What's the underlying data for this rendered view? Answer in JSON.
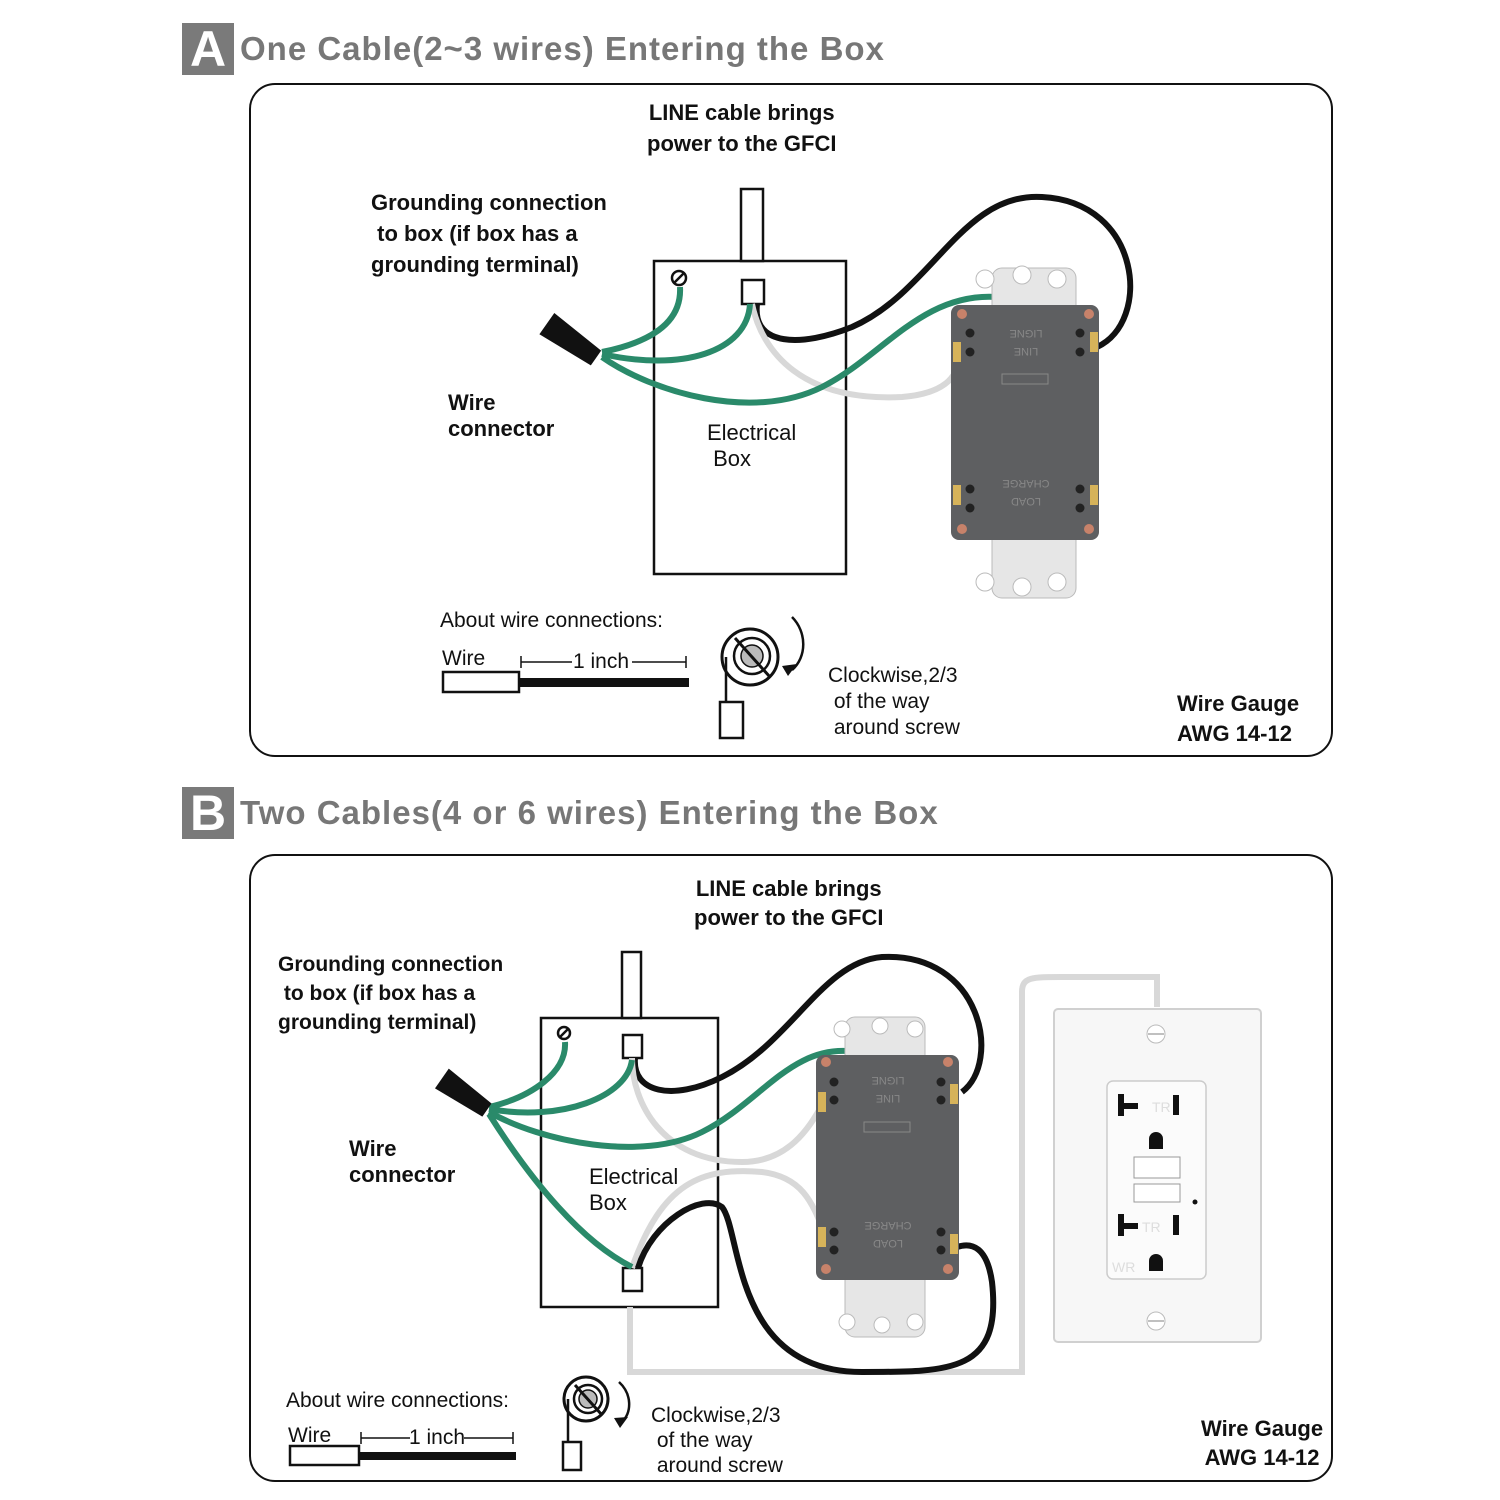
{
  "sections": [
    {
      "id": "A",
      "badge": "A",
      "title": "One Cable(2~3 wires) Entering the Box",
      "labels": {
        "line_cable": "LINE cable brings\npower to the GFCI",
        "grounding": "Grounding connection\n to box (if box has a\ngrounding terminal)",
        "wire_connector": "Wire\nconnector",
        "electrical_box": "Electrical\n Box",
        "about": "About wire connections:",
        "wire": "Wire",
        "length": "1 inch",
        "clockwise": "Clockwise,2/3\n of the way\n around screw",
        "gauge": "Wire Gauge\nAWG 14-12"
      },
      "gfci_markings": [
        "LIGNE",
        "LINE",
        "CHARGE",
        "LOAD"
      ]
    },
    {
      "id": "B",
      "badge": "B",
      "title": "Two Cables(4 or 6 wires) Entering the Box",
      "labels": {
        "line_cable": "LINE cable brings\npower to the GFCI",
        "grounding": "Grounding connection\n to box (if box has a\ngrounding terminal)",
        "wire_connector": "Wire\nconnector",
        "electrical_box": "Electrical\nBox",
        "about": "About wire connections:",
        "wire": "Wire",
        "length": "1 inch",
        "clockwise": "Clockwise,2/3\n of the way\n around screw",
        "gauge": "Wire Gauge\nAWG 14-12"
      },
      "gfci_markings": [
        "LIGNE",
        "LINE",
        "CHARGE",
        "LOAD"
      ],
      "outlet_markings": [
        "TR",
        "TR",
        "WR"
      ]
    }
  ],
  "colors": {
    "ground_wire": "#2a8a6a",
    "hot_wire": "#111111",
    "neutral_wire": "#d8d8d8",
    "gfci_body": "#5e5f61",
    "yoke": "#e6e6e6",
    "badge": "#7a7a7a",
    "heading": "#777777"
  }
}
